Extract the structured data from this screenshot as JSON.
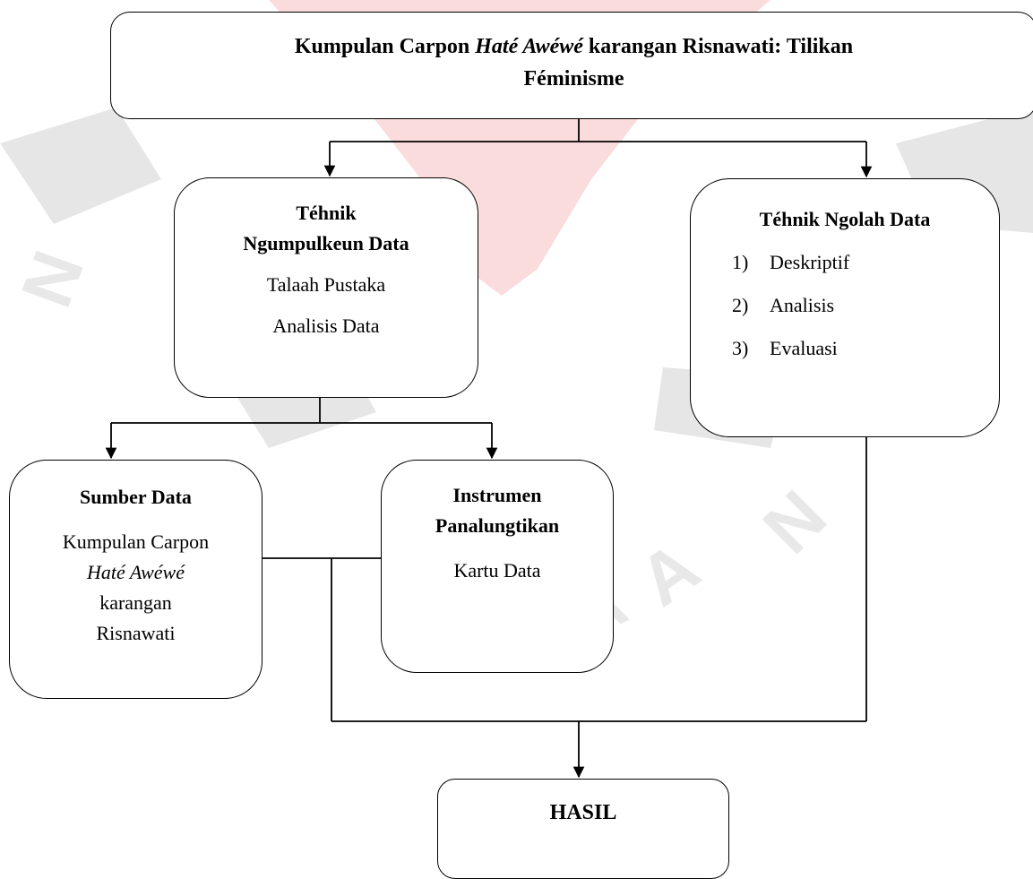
{
  "title_box": {
    "line1_start": "Kumpulan Carpon ",
    "line1_italic": "Haté Awéwé",
    "line1_end": " karangan Risnawati: Tilikan",
    "line2": "Féminisme"
  },
  "collect_box": {
    "heading_line1": "Téhnik",
    "heading_line2": "Ngumpulkeun Data",
    "items": [
      "Talaah Pustaka",
      "Analisis Data"
    ]
  },
  "process_box": {
    "heading": "Téhnik Ngolah Data",
    "items": [
      {
        "num": "1)",
        "label": "Deskriptif"
      },
      {
        "num": "2)",
        "label": "Analisis"
      },
      {
        "num": "3)",
        "label": "Evaluasi"
      }
    ]
  },
  "source_box": {
    "heading": "Sumber Data",
    "line1": "Kumpulan Carpon",
    "line2_italic": "Haté Awéwé",
    "line3": "karangan",
    "line4": "Risnawati"
  },
  "instrument_box": {
    "heading_line1": "Instrumen",
    "heading_line2": "Panalungtikan",
    "item": "Kartu Data"
  },
  "result_box": {
    "label": "HASIL"
  },
  "colors": {
    "line": "#000000",
    "watermark_red": "#f6cfcf",
    "watermark_grey": "#dcdcdc"
  }
}
